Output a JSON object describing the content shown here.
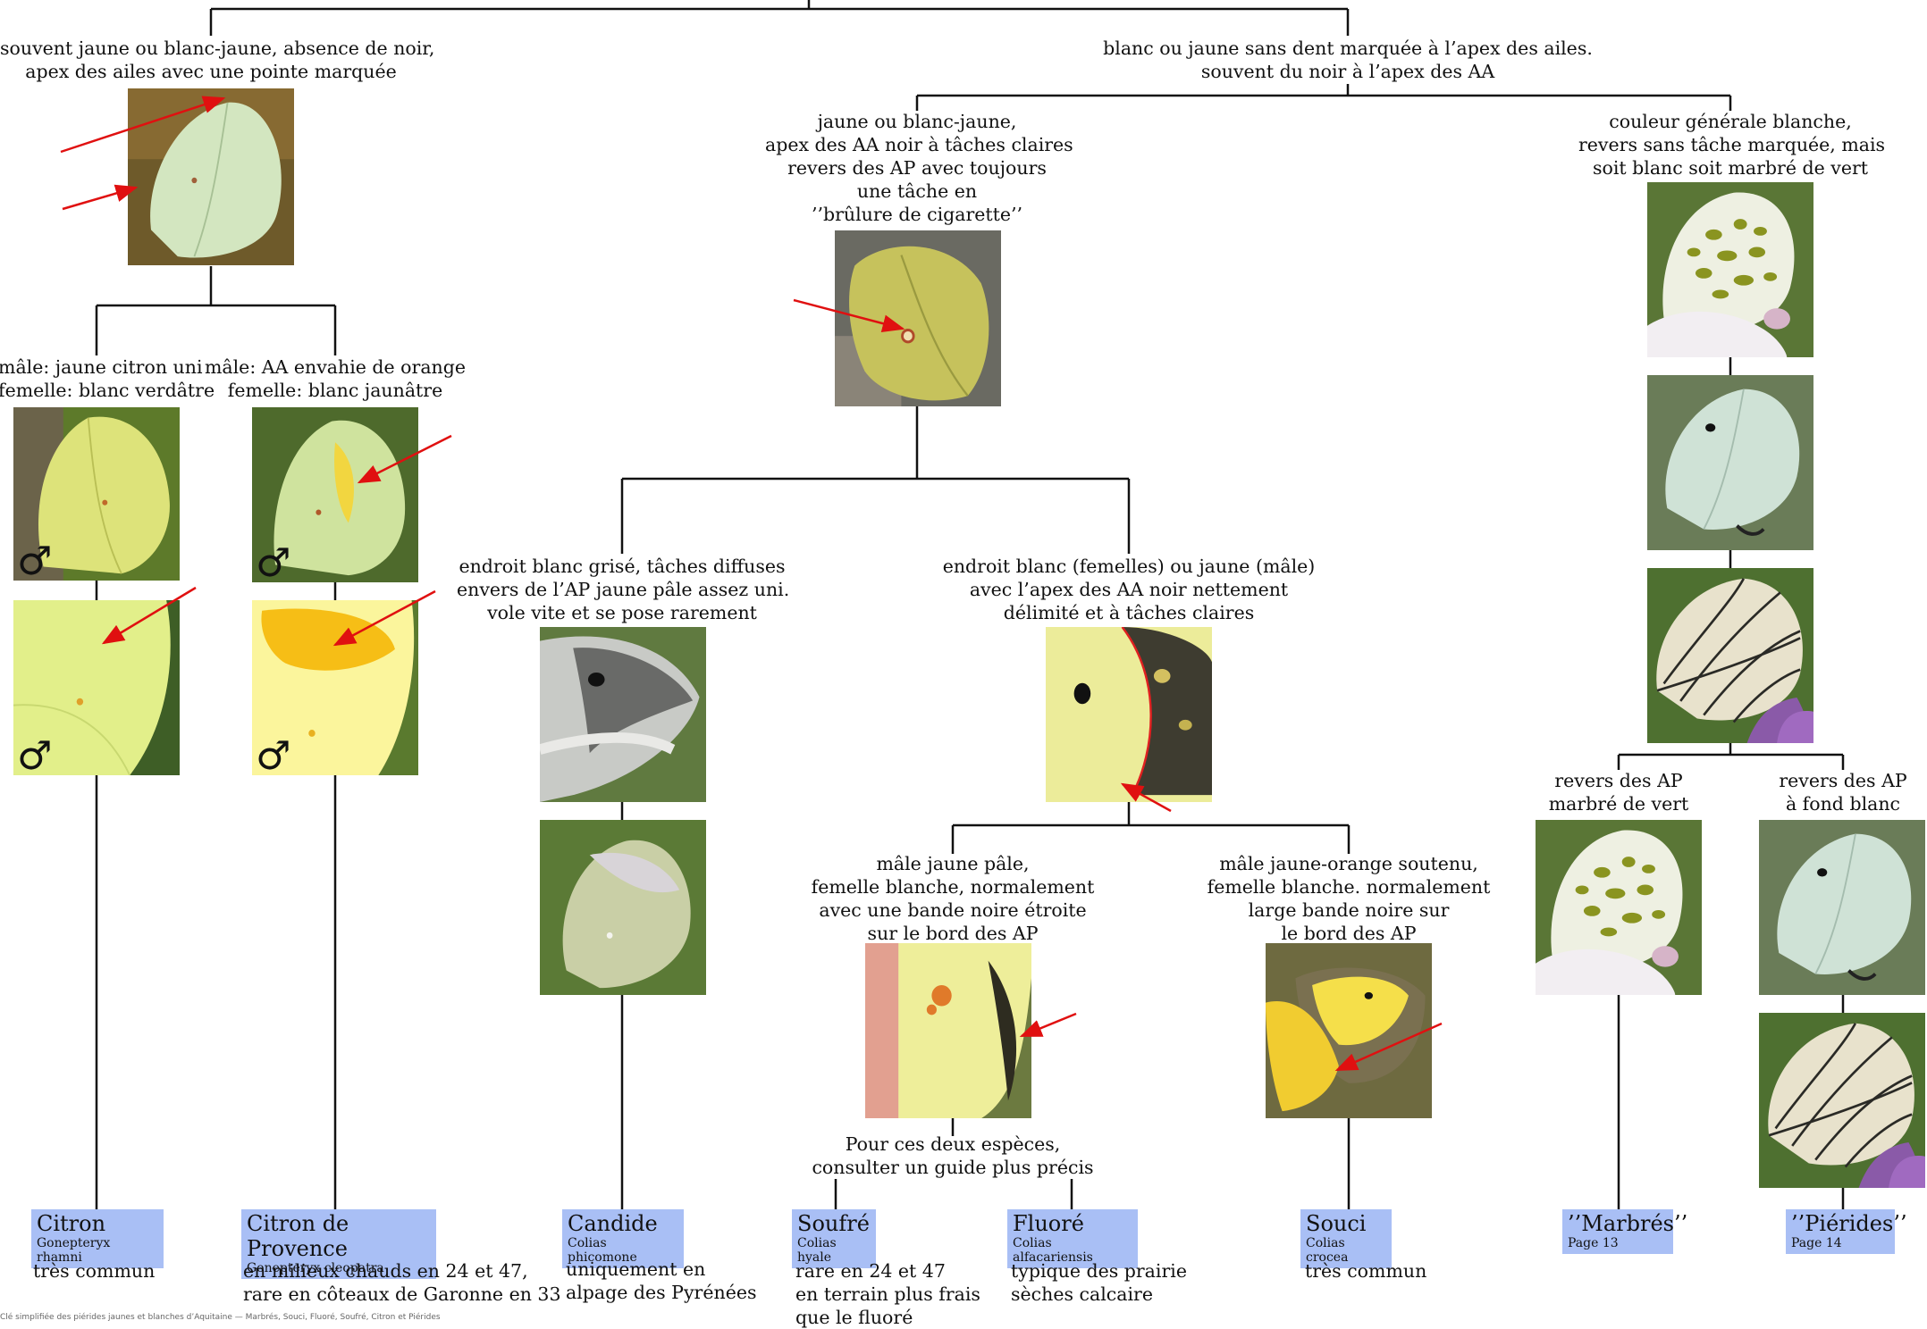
{
  "nodes": {
    "left_root": [
      "souvent jaune ou blanc-jaune, absence de noir,",
      "apex des ailes avec une pointe marquée"
    ],
    "right_root": [
      "blanc ou jaune sans dent marquée à l’apex des ailes.",
      "souvent du noir à l’apex des AA"
    ],
    "citron_male": [
      "mâle: jaune citron uni",
      "femelle: blanc verdâtre"
    ],
    "provence_male": [
      "mâle: AA envahie de orange",
      "femelle: blanc jaunâtre"
    ],
    "yellow_branch": [
      "jaune ou blanc-jaune,",
      "apex des AA noir à tâches claires",
      "revers des AP avec toujours",
      "une tâche en",
      "’’brûlure de cigarette’’"
    ],
    "white_branch": [
      "couleur générale blanche,",
      "revers sans tâche marquée, mais",
      "soit blanc soit marbré de vert"
    ],
    "candide_node": [
      "endroit blanc grisé, tâches diffuses",
      "envers de l’AP jaune pâle assez uni.",
      "vole vite et se pose rarement"
    ],
    "colias_node": [
      "endroit blanc (femelles) ou jaune (mâle)",
      "avec l’apex des AA noir nettement",
      "délimité et à tâches claires"
    ],
    "soufre_node": [
      "mâle jaune pâle,",
      "femelle blanche, normalement",
      "avec une bande noire étroite",
      "sur le bord des AP"
    ],
    "souci_node": [
      "mâle jaune-orange soutenu,",
      "femelle blanche. normalement",
      "large bande noire sur",
      "le bord des AP"
    ],
    "consult": [
      "Pour ces deux espèces,",
      "consulter un guide plus précis"
    ],
    "marbre_node": [
      "revers des AP",
      "marbré de vert"
    ],
    "pieride_node": [
      "revers des AP",
      "à fond blanc"
    ]
  },
  "species": [
    {
      "name": "Citron",
      "sci": "Gonepteryx rhamni",
      "note": [
        "très commun"
      ]
    },
    {
      "name": "Citron de Provence",
      "sci": "Gonepteryx cleopatra",
      "note": [
        "en milieux chauds en 24 et 47,",
        "rare en côteaux de Garonne en 33"
      ]
    },
    {
      "name": "Candide",
      "sci": "Colias phicomone",
      "note": [
        "uniquement en",
        "alpage des Pyrénées"
      ]
    },
    {
      "name": "Soufré",
      "sci": "Colias hyale",
      "note": [
        "rare en 24 et 47",
        "en terrain plus frais",
        "que le fluoré"
      ]
    },
    {
      "name": "Fluoré",
      "sci": "Colias alfacariensis",
      "note": [
        "typique des prairie",
        "sèches calcaire"
      ]
    },
    {
      "name": "Souci",
      "sci": "Colias crocea",
      "note": [
        "très commun"
      ]
    },
    {
      "name": "’’Marbrés’’",
      "sci": "Page 13",
      "note": []
    },
    {
      "name": "’’Piérides’’",
      "sci": "Page 14",
      "note": []
    }
  ],
  "symbols": {
    "male": "♂"
  },
  "colors": {
    "label_bg": "#a9bff5",
    "arrow": "#e01010",
    "line": "#111111"
  },
  "footer": "Clé simplifiée des piérides jaunes et blanches d’Aquitaine — Marbrés, Souci, Fluoré, Soufré, Citron et Piérides"
}
